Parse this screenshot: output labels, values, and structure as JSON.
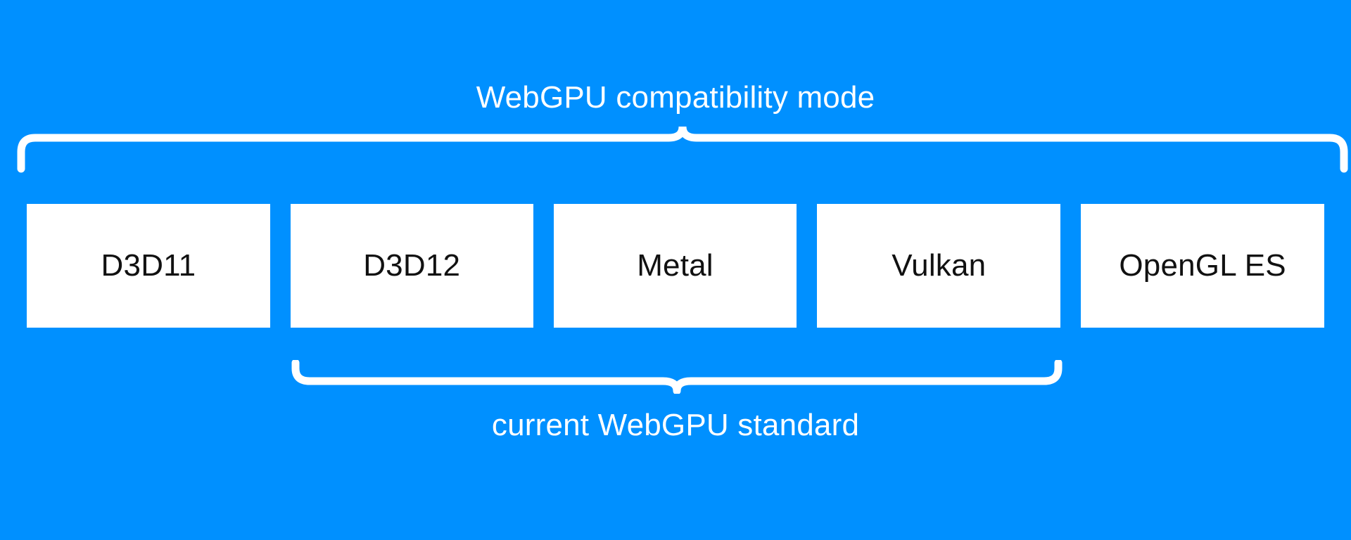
{
  "diagram": {
    "background_color": "#0090ff",
    "box_fill_color": "#ffffff",
    "box_text_color": "#111111",
    "caption_color": "#ffffff",
    "top_caption": "WebGPU compatibility mode",
    "bottom_caption": "current WebGPU standard",
    "boxes": [
      {
        "label": "D3D11"
      },
      {
        "label": "D3D12"
      },
      {
        "label": "Metal"
      },
      {
        "label": "Vulkan"
      },
      {
        "label": "OpenGL ES"
      }
    ],
    "braces": {
      "top": {
        "name": "top-brace",
        "spans_labels": [
          "D3D11",
          "D3D12",
          "Metal",
          "Vulkan",
          "OpenGL ES"
        ],
        "caption": "WebGPU compatibility mode"
      },
      "bottom": {
        "name": "bottom-brace",
        "spans_labels": [
          "D3D12",
          "Metal",
          "Vulkan"
        ],
        "caption": "current WebGPU standard"
      }
    }
  }
}
